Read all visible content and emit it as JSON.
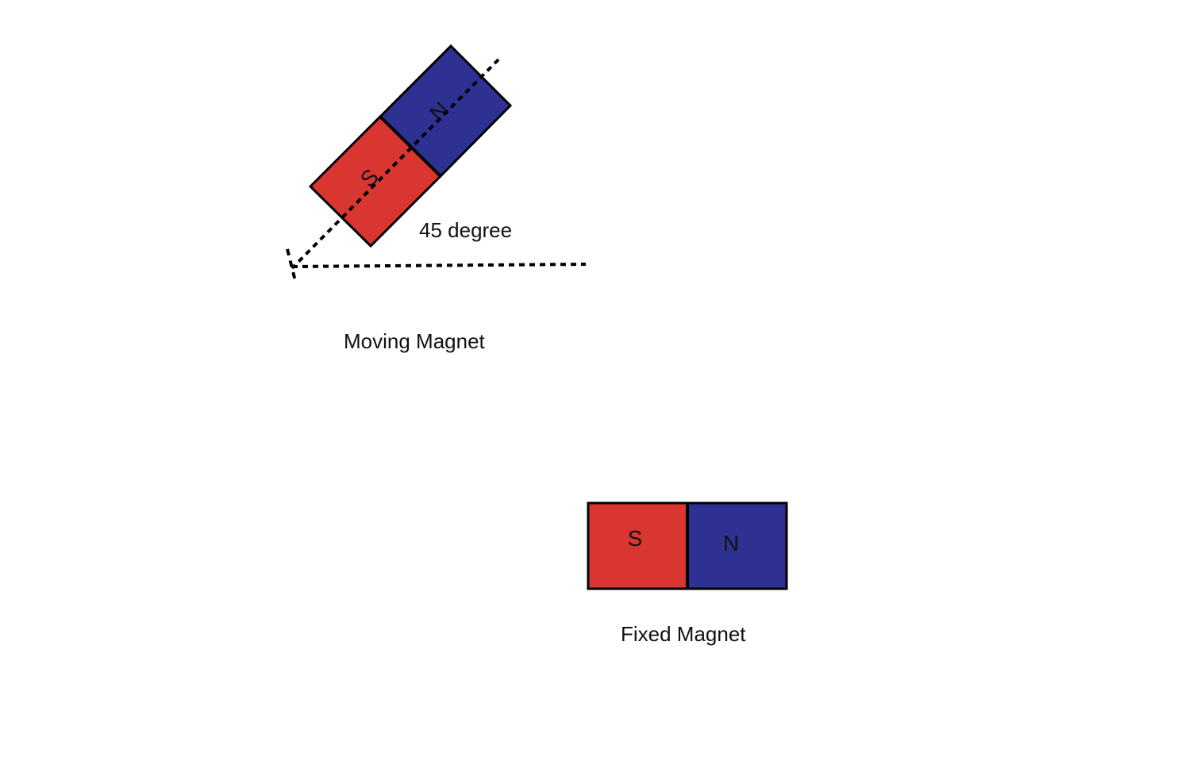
{
  "moving_magnet": {
    "caption": "Moving Magnet",
    "south_label": "S",
    "north_label": "N",
    "angle_label": "45 degree"
  },
  "fixed_magnet": {
    "caption": "Fixed Magnet",
    "south_label": "S",
    "north_label": "N"
  },
  "colors": {
    "south": "#d93632",
    "north": "#2e3192",
    "outline": "#000000",
    "background": "#ffffff"
  }
}
